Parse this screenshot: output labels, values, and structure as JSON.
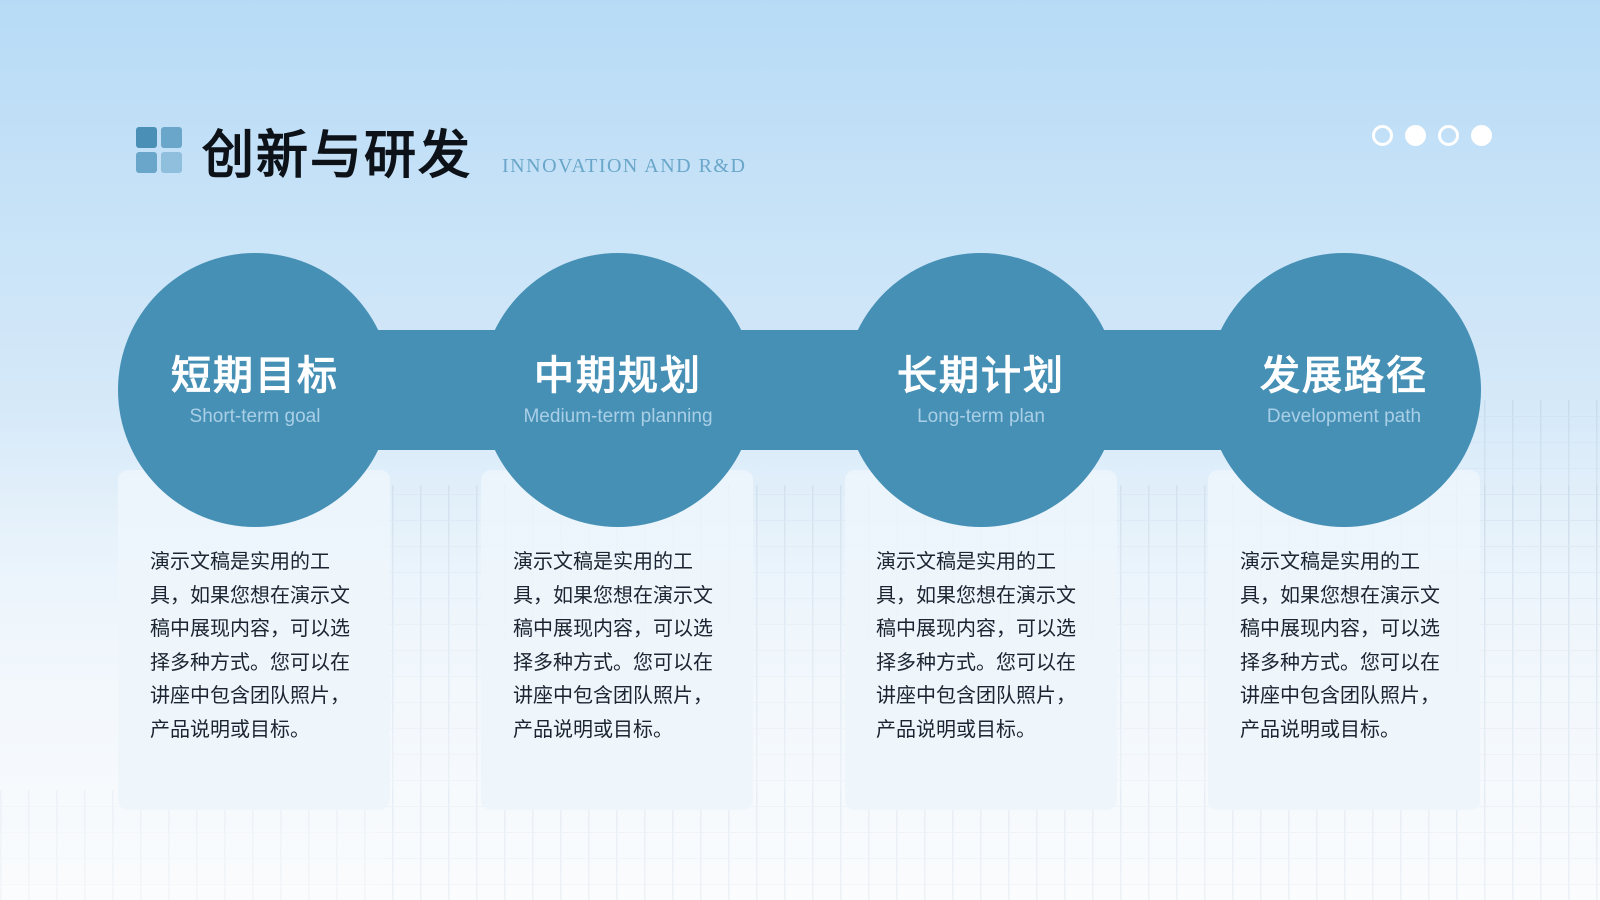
{
  "header": {
    "title": "创新与研发",
    "subtitle": "INNOVATION AND R&D"
  },
  "pager": {
    "dots": [
      "outline",
      "filled",
      "outline",
      "filled"
    ]
  },
  "colors": {
    "accent": "#4690b6",
    "logo": "#4a8fb6",
    "subtitle": "#6aa6c9"
  },
  "items": [
    {
      "title": "短期目标",
      "subtitle": "Short-term goal",
      "text": "演示文稿是实用的工具，如果您想在演示文稿中展现内容，可以选择多种方式。您可以在讲座中包含团队照片，产品说明或目标。"
    },
    {
      "title": "中期规划",
      "subtitle": "Medium-term planning",
      "text": "演示文稿是实用的工具，如果您想在演示文稿中展现内容，可以选择多种方式。您可以在讲座中包含团队照片，产品说明或目标。"
    },
    {
      "title": "长期计划",
      "subtitle": "Long-term plan",
      "text": "演示文稿是实用的工具，如果您想在演示文稿中展现内容，可以选择多种方式。您可以在讲座中包含团队照片，产品说明或目标。"
    },
    {
      "title": "发展路径",
      "subtitle": "Development path",
      "text": "演示文稿是实用的工具，如果您想在演示文稿中展现内容，可以选择多种方式。您可以在讲座中包含团队照片，产品说明或目标。"
    }
  ]
}
